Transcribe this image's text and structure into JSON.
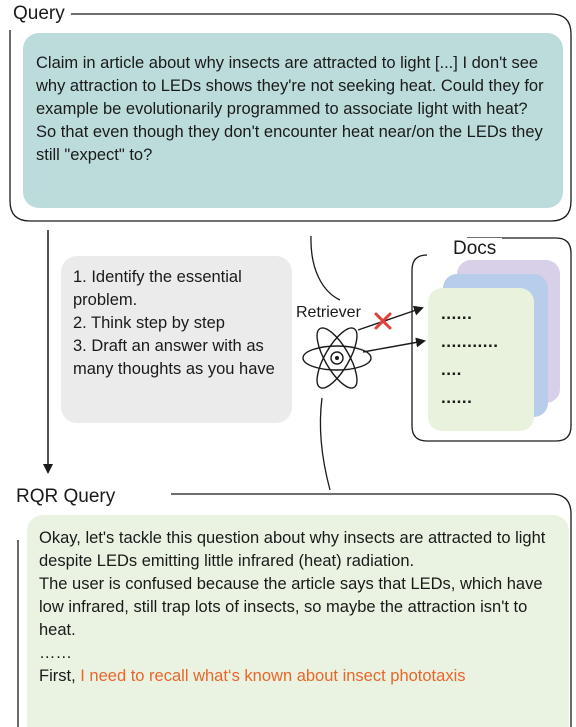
{
  "query_section": {
    "title": "Query",
    "text": "Claim in article about why insects are attracted to light [...] I don't see why attraction to LEDs shows they're not seeking heat. Could they for example be evolutionarily programmed to associate light with heat? So that even though they don't encounter heat near/on the LEDs they still \"expect\" to?"
  },
  "instructions": {
    "steps": [
      "1. Identify the essential problem.",
      "2. Think step by step",
      "3. Draft an answer with as many thoughts as you have"
    ]
  },
  "retriever": {
    "label": "Retriever",
    "icon": "atom-icon"
  },
  "docs": {
    "title": "Docs",
    "lines": [
      "......",
      "...........",
      "....",
      "......"
    ]
  },
  "rqr_section": {
    "title": "RQR Query",
    "paragraph1": "Okay, let's tackle this question about why insects are attracted to light despite LEDs emitting little infrared (heat) radiation.",
    "paragraph2": "The user is confused because the article says that LEDs, which have low infrared, still trap lots of insects, so maybe the attraction isn't to heat.",
    "ellipsis": "……",
    "final_prefix": "First, ",
    "final_highlight": "I need to recall what‘s known about insect phototaxis"
  },
  "colors": {
    "query_box": "#bcdcdb",
    "steps_box": "#ebebeb",
    "rqr_box": "#eaf3e1",
    "doc_front": "#e8f2dc",
    "doc_middle": "#b8cdec",
    "doc_back": "#d8cfe9",
    "reject_mark": "#e0403a",
    "highlight_text": "#e8662a"
  }
}
